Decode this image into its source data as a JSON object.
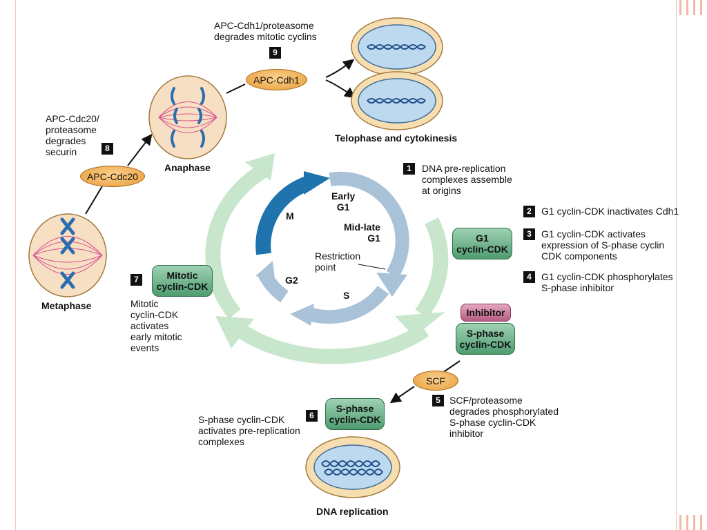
{
  "phases": {
    "early_g1": "Early\nG1",
    "mid_late_g1": "Mid-late\nG1",
    "m": "M",
    "g2": "G2",
    "s": "S",
    "restriction_point": "Restriction\npoint"
  },
  "stages": {
    "telophase": "Telophase and cytokinesis",
    "anaphase": "Anaphase",
    "metaphase": "Metaphase",
    "dna_replication": "DNA replication"
  },
  "enzymes": {
    "apc_cdh1": "APC-Cdh1",
    "apc_cdc20": "APC-Cdc20",
    "scf": "SCF"
  },
  "complexes": {
    "g1_cyclin_cdk": "G1\ncyclin-CDK",
    "s_phase_cyclin_cdk": "S-phase\ncyclin-CDK",
    "s_phase_cyclin_cdk_lower": "S-phase\ncyclin-CDK",
    "mitotic_cyclin_cdk": "Mitotic\ncyclin-CDK",
    "inhibitor": "Inhibitor"
  },
  "steps": [
    {
      "num": "1",
      "text": "DNA pre-replication\ncomplexes assemble\nat origins"
    },
    {
      "num": "2",
      "text": "G1 cyclin-CDK inactivates Cdh1"
    },
    {
      "num": "3",
      "text": "G1 cyclin-CDK activates\nexpression of S-phase cyclin\nCDK components"
    },
    {
      "num": "4",
      "text": "G1 cyclin-CDK phosphorylates\nS-phase inhibitor"
    },
    {
      "num": "5",
      "text": "SCF/proteasome\ndegrades phosphorylated\nS-phase cyclin-CDK\ninhibitor"
    },
    {
      "num": "6",
      "text": "S-phase cyclin-CDK\nactivates pre-replication\ncomplexes"
    },
    {
      "num": "7",
      "text": "Mitotic\ncyclin-CDK\nactivates\nearly mitotic\nevents"
    },
    {
      "num": "8",
      "text": "APC-Cdc20/\nproteasome\ndegrades\nsecurin"
    },
    {
      "num": "9",
      "text": "APC-Cdh1/proteasome\ndegrades mitotic cyclins"
    }
  ],
  "colors": {
    "inner_cycle": "#a9c2d8",
    "m_arrow": "#1f74ad",
    "outer_cycle": "#c7e6cb",
    "cdk_green": "#5aa77a",
    "apc_orange": "#f0b55a",
    "inhibitor_pink": "#c9739a",
    "chromosome_blue": "#2a6db0",
    "spindle_pink": "#d94f8a"
  }
}
